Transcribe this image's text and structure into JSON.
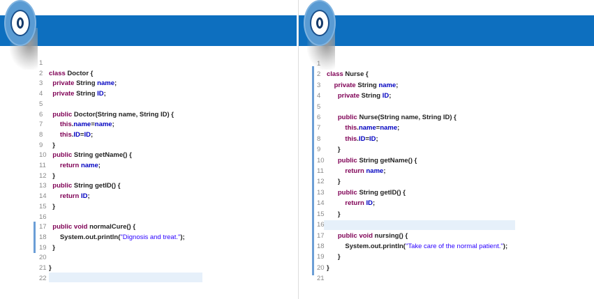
{
  "colors": {
    "band": "#0d6fbf",
    "logo": "#5a9bd3",
    "keyword": "#7f0055",
    "field": "#0000c0",
    "string": "#2a00ff"
  },
  "panels": [
    {
      "name": "doctor",
      "lines": [
        "",
        "class Doctor {",
        "  private String name;",
        "  private String ID;",
        "",
        "  public Doctor(String name, String ID) {",
        "      this.name=name;",
        "      this.ID=ID;",
        "  }",
        "  public String getName() {",
        "      return name;",
        "  }",
        "  public String getID() {",
        "      return ID;",
        "  }",
        "",
        "  public void normalCure() {",
        "      System.out.println(\"Dignosis and treat.\");",
        "  }",
        "",
        "}",
        ""
      ]
    },
    {
      "name": "nurse",
      "lines": [
        "",
        "class Nurse {",
        "    private String name;",
        "      private String ID;",
        "",
        "      public Nurse(String name, String ID) {",
        "          this.name=name;",
        "          this.ID=ID;",
        "      }",
        "      public String getName() {",
        "          return name;",
        "      }",
        "      public String getID() {",
        "          return ID;",
        "      }",
        "",
        "      public void nursing() {",
        "          System.out.println(\"Take care of the normal patient.\");",
        "      }",
        "}",
        ""
      ]
    }
  ]
}
